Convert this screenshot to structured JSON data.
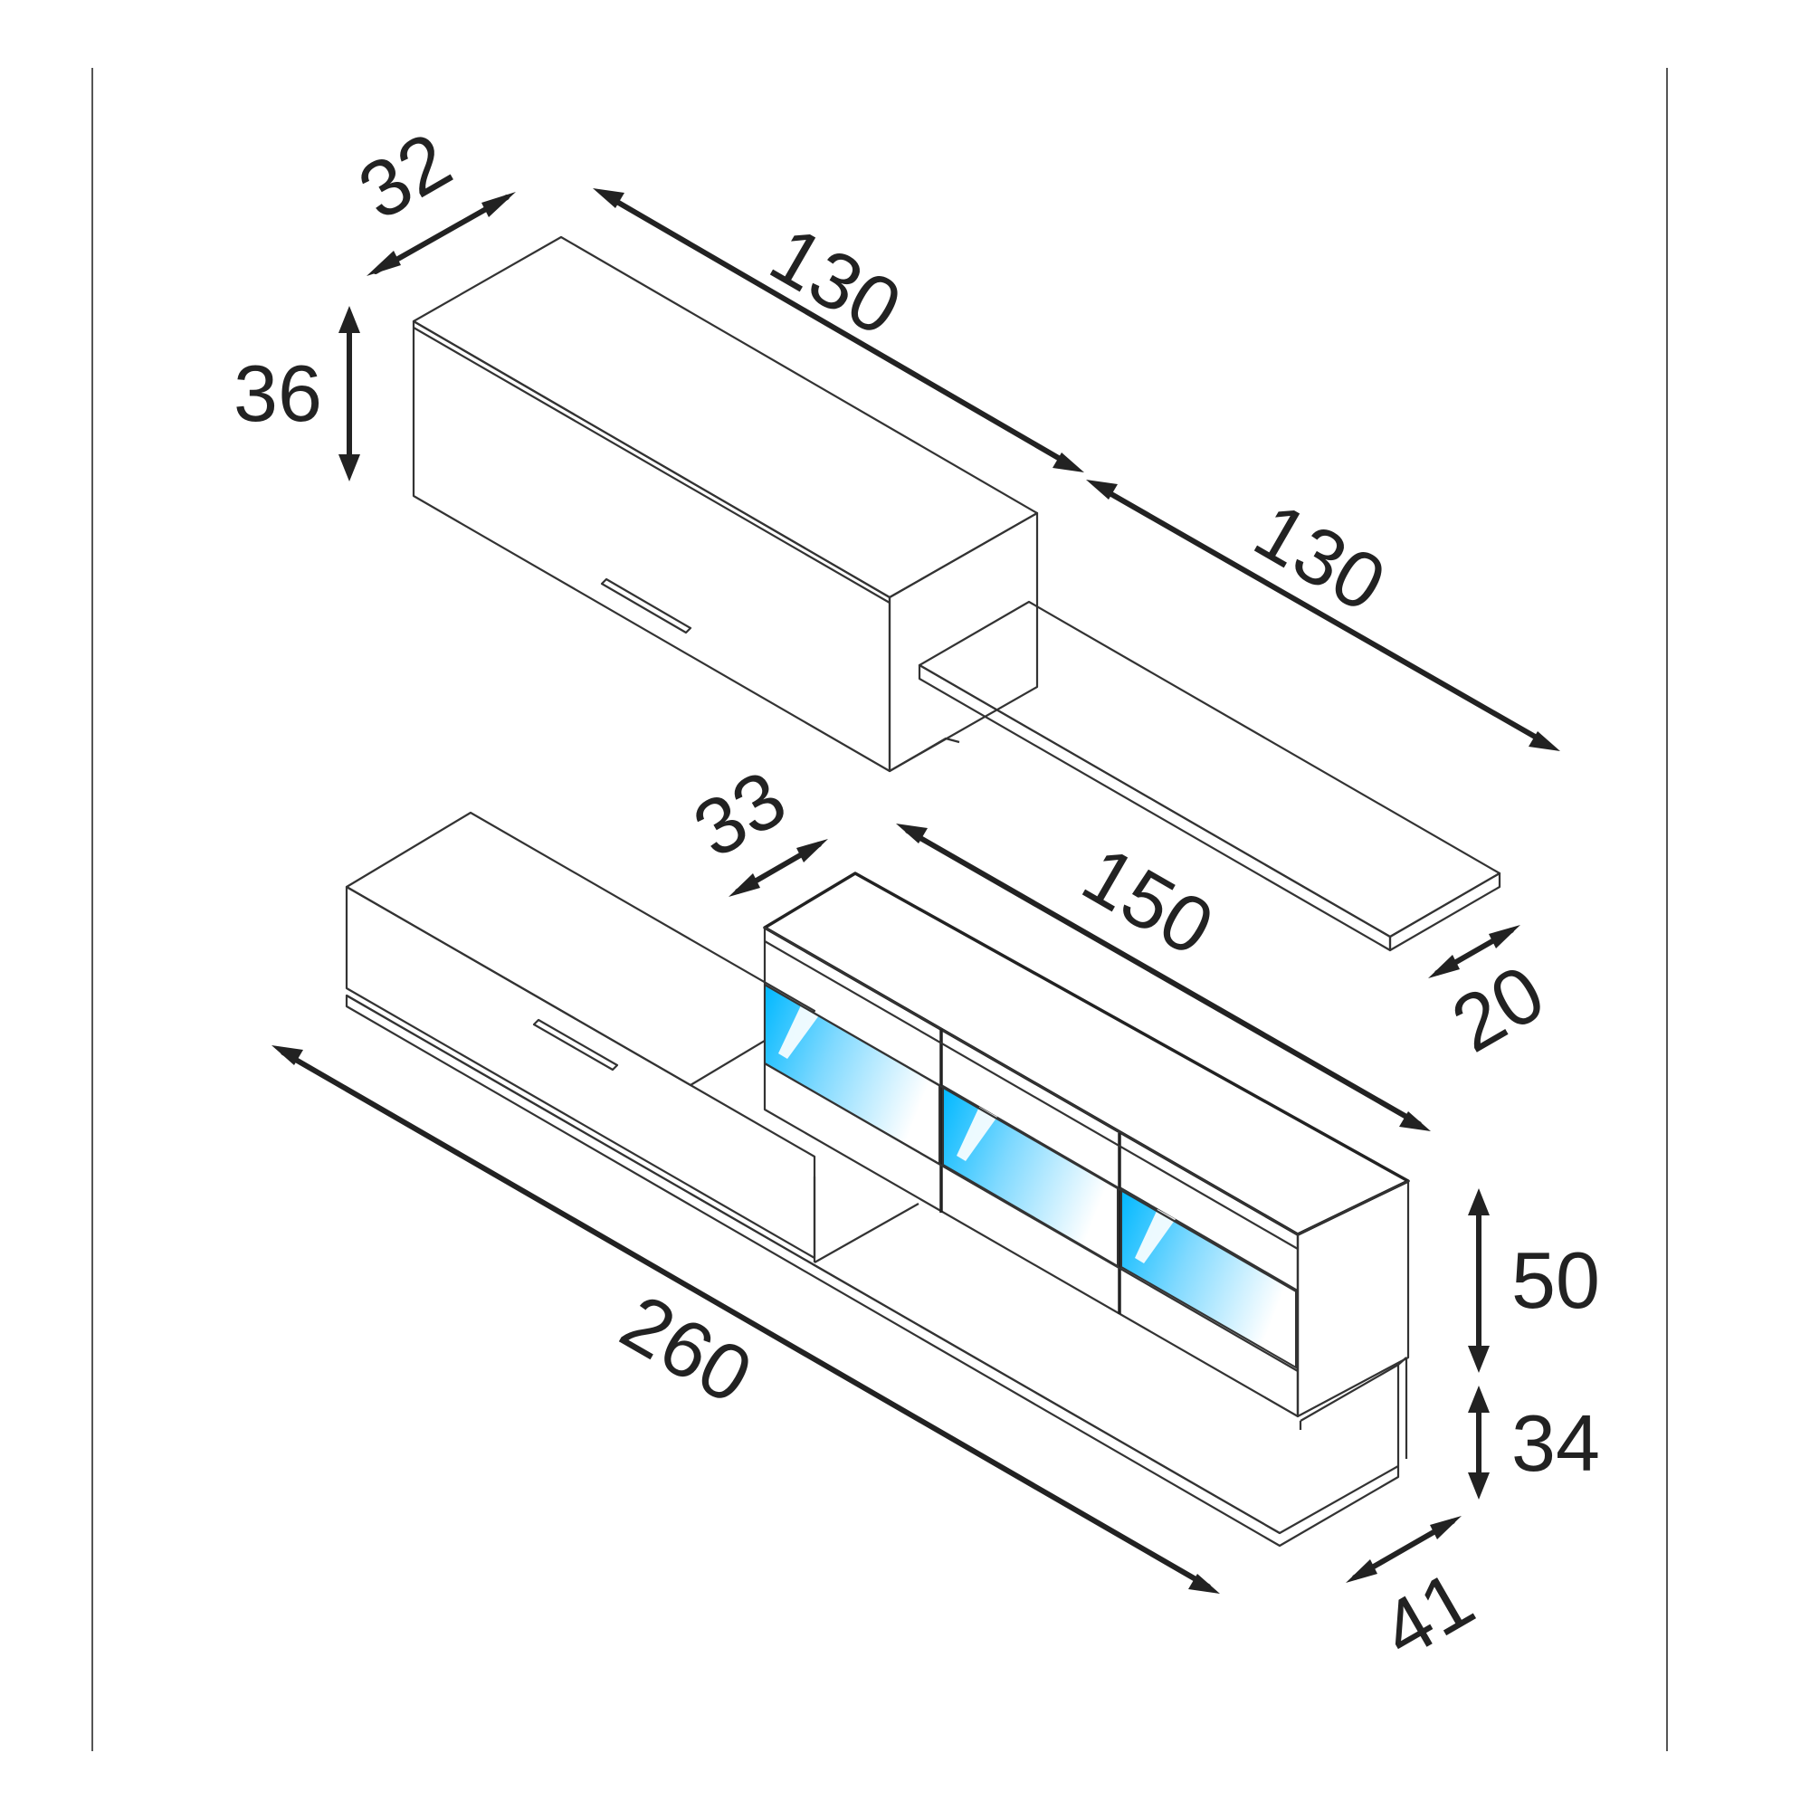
{
  "dimensions": {
    "upper_cabinet_depth": "32",
    "upper_cabinet_width": "130",
    "upper_cabinet_height": "36",
    "upper_shelf_width": "130",
    "upper_shelf_depth": "20",
    "glass_cabinet_depth": "33",
    "glass_cabinet_width": "150",
    "glass_cabinet_height": "50",
    "shelf_gap_height": "34",
    "base_unit_width": "260",
    "base_unit_depth": "41"
  },
  "colors": {
    "line": "#333333",
    "glass_light": "#00b8ff",
    "glass_mid": "#7fd9ff",
    "background": "#ffffff"
  }
}
